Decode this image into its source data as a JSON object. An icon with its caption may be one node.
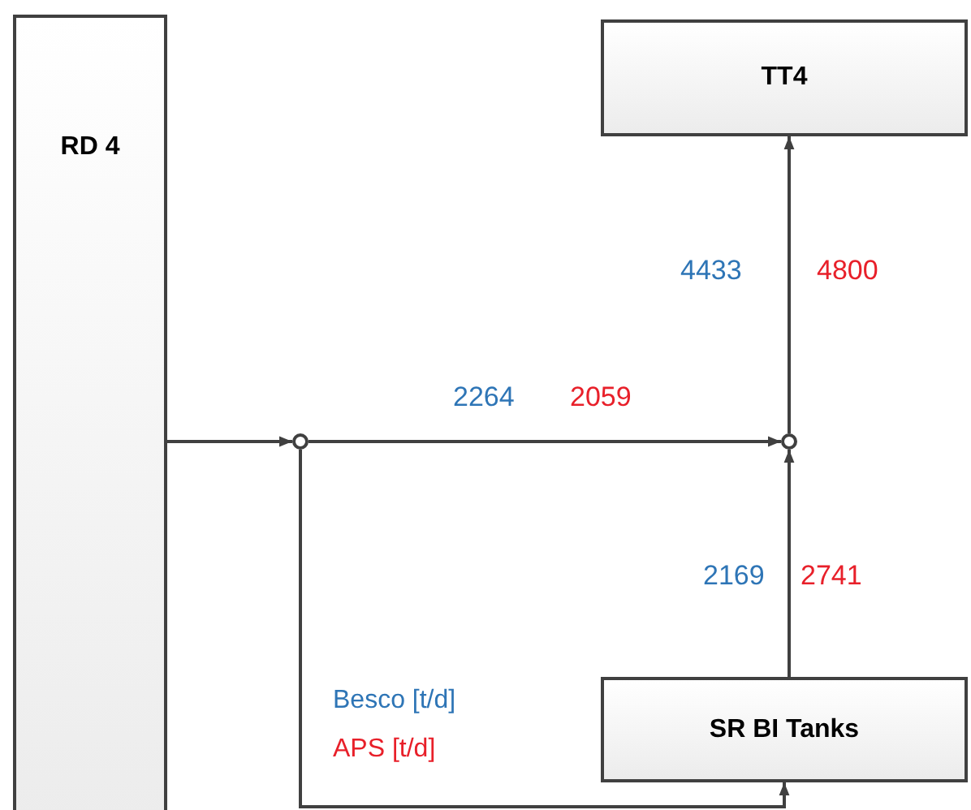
{
  "diagram": {
    "nodes": [
      {
        "text": [
          "RD 4"
        ]
      },
      {
        "text": [
          "TT4"
        ]
      },
      {
        "text": [],
        "shape": "circle"
      },
      {
        "text": [],
        "shape": "circle"
      },
      {
        "text": [
          "SR BI Tanks"
        ]
      }
    ],
    "edges": [
      {
        "from": 0,
        "to": 2,
        "arrow": "to"
      },
      {
        "from": 2,
        "to": 3,
        "arrow": "to"
      },
      {
        "from": 3,
        "to": 1,
        "arrow": "to"
      },
      {
        "from": 4,
        "to": 3,
        "arrow": "to"
      },
      {
        "from": 2,
        "to": 4,
        "arrow": "to"
      }
    ],
    "labels": [
      "2264",
      "2059",
      "4433",
      "4800",
      "2169",
      "2741"
    ],
    "legend": [
      {
        "text": "Besco [t/d]",
        "color": "#2e75b6"
      },
      {
        "text": "APS [t/d]",
        "color": "#e8202a"
      }
    ]
  }
}
